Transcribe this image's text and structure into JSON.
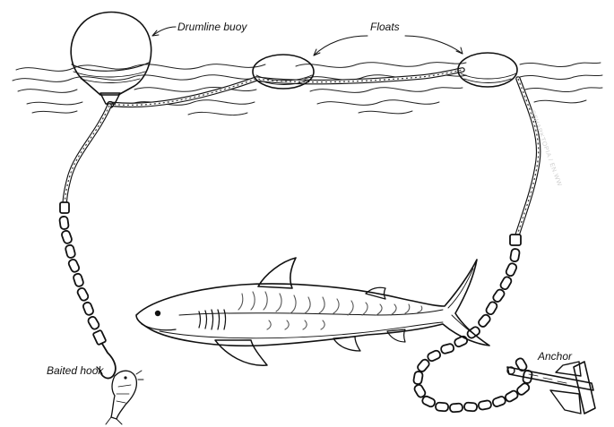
{
  "labels": {
    "drumline_buoy": "Drumline buoy",
    "floats": "Floats",
    "baited_hook": "Baited hook",
    "anchor": "Anchor"
  },
  "watermark": "©SHARKTOPIA / EN.WW"
}
